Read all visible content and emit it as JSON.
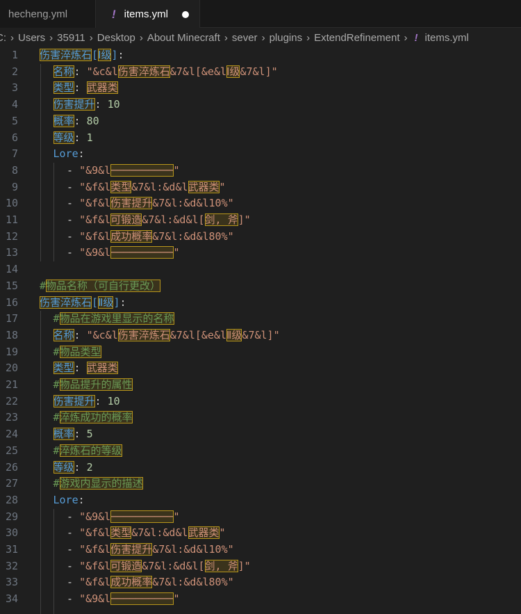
{
  "tabs": [
    {
      "label": "hecheng.yml",
      "active": false
    },
    {
      "label": "items.yml",
      "active": true,
      "modified": true,
      "icon": "yaml-bang-icon"
    }
  ],
  "breadcrumb": [
    "C:",
    "Users",
    "35911",
    "Desktop",
    "About Minecraft",
    "sever",
    "plugins",
    "ExtendRefinement",
    "items.yml"
  ],
  "colors": {
    "keyword": "#569cd6",
    "string": "#ce9178",
    "number": "#b5cea8",
    "comment": "#6a9955",
    "highlight_border": "#b8961c"
  },
  "lines": [
    {
      "n": "1",
      "indent": 0,
      "parts": [
        [
          "k",
          "伤害淬炼石",
          1
        ],
        [
          "k",
          "[",
          0
        ],
        [
          "k",
          "Ⅰ级",
          1
        ],
        [
          "k",
          "]",
          0
        ],
        [
          "p",
          ":",
          0
        ]
      ]
    },
    {
      "n": "2",
      "indent": 1,
      "parts": [
        [
          "k",
          "名称",
          1
        ],
        [
          "p",
          ": ",
          0
        ],
        [
          "s",
          "\"&c&l",
          0
        ],
        [
          "s",
          "伤害淬炼石",
          1
        ],
        [
          "s",
          "&7&l[&e&l",
          0
        ],
        [
          "s",
          "Ⅰ级",
          1
        ],
        [
          "s",
          "&7&l]\"",
          0
        ]
      ]
    },
    {
      "n": "3",
      "indent": 1,
      "parts": [
        [
          "k",
          "类型",
          1
        ],
        [
          "p",
          ": ",
          0
        ],
        [
          "s",
          "武器类",
          1
        ]
      ]
    },
    {
      "n": "4",
      "indent": 1,
      "parts": [
        [
          "k",
          "伤害提升",
          1
        ],
        [
          "p",
          ": ",
          0
        ],
        [
          "n",
          "10",
          0
        ]
      ]
    },
    {
      "n": "5",
      "indent": 1,
      "parts": [
        [
          "k",
          "概率",
          1
        ],
        [
          "p",
          ": ",
          0
        ],
        [
          "n",
          "80",
          0
        ]
      ]
    },
    {
      "n": "6",
      "indent": 1,
      "parts": [
        [
          "k",
          "等级",
          1
        ],
        [
          "p",
          ": ",
          0
        ],
        [
          "n",
          "1",
          0
        ]
      ]
    },
    {
      "n": "7",
      "indent": 1,
      "parts": [
        [
          "k",
          "Lore",
          0
        ],
        [
          "p",
          ":",
          0
        ]
      ]
    },
    {
      "n": "8",
      "indent": 2,
      "parts": [
        [
          "p",
          "- ",
          0
        ],
        [
          "s",
          "\"&9&l",
          0
        ],
        [
          "s",
          "──────────",
          1
        ],
        [
          "s",
          "\"",
          0
        ]
      ]
    },
    {
      "n": "9",
      "indent": 2,
      "parts": [
        [
          "p",
          "- ",
          0
        ],
        [
          "s",
          "\"&f&l",
          0
        ],
        [
          "s",
          "类型",
          1
        ],
        [
          "s",
          "&7&l:&d&l",
          0
        ],
        [
          "s",
          "武器类",
          1
        ],
        [
          "s",
          "\"",
          0
        ]
      ]
    },
    {
      "n": "10",
      "indent": 2,
      "parts": [
        [
          "p",
          "- ",
          0
        ],
        [
          "s",
          "\"&f&l",
          0
        ],
        [
          "s",
          "伤害提升",
          1
        ],
        [
          "s",
          "&7&l:&d&l10%\"",
          0
        ]
      ]
    },
    {
      "n": "11",
      "indent": 2,
      "parts": [
        [
          "p",
          "- ",
          0
        ],
        [
          "s",
          "\"&f&l",
          0
        ],
        [
          "s",
          "可锻造",
          1
        ],
        [
          "s",
          "&7&l:&d&l[",
          0
        ],
        [
          "s",
          "剑, 斧",
          1
        ],
        [
          "s",
          "]\"",
          0
        ]
      ]
    },
    {
      "n": "12",
      "indent": 2,
      "parts": [
        [
          "p",
          "- ",
          0
        ],
        [
          "s",
          "\"&f&l",
          0
        ],
        [
          "s",
          "成功概率",
          1
        ],
        [
          "s",
          "&7&l:&d&l80%\"",
          0
        ]
      ]
    },
    {
      "n": "13",
      "indent": 2,
      "parts": [
        [
          "p",
          "- ",
          0
        ],
        [
          "s",
          "\"&9&l",
          0
        ],
        [
          "s",
          "──────────",
          1
        ],
        [
          "s",
          "\"",
          0
        ]
      ]
    },
    {
      "n": "14",
      "indent": 0,
      "parts": []
    },
    {
      "n": "15",
      "indent": 0,
      "parts": [
        [
          "c",
          "#",
          0
        ],
        [
          "c",
          "物品名称（可自行更改）",
          1
        ]
      ]
    },
    {
      "n": "16",
      "indent": 0,
      "parts": [
        [
          "k",
          "伤害淬炼石",
          1
        ],
        [
          "k",
          "[",
          0
        ],
        [
          "k",
          "Ⅱ级",
          1
        ],
        [
          "k",
          "]",
          0
        ],
        [
          "p",
          ":",
          0
        ]
      ]
    },
    {
      "n": "17",
      "indent": 1,
      "parts": [
        [
          "c",
          "#",
          0
        ],
        [
          "c",
          "物品在游戏里显示的名称",
          1
        ]
      ]
    },
    {
      "n": "18",
      "indent": 1,
      "parts": [
        [
          "k",
          "名称",
          1
        ],
        [
          "p",
          ": ",
          0
        ],
        [
          "s",
          "\"&c&l",
          0
        ],
        [
          "s",
          "伤害淬炼石",
          1
        ],
        [
          "s",
          "&7&l[&e&l",
          0
        ],
        [
          "s",
          "Ⅱ级",
          1
        ],
        [
          "s",
          "&7&l]\"",
          0
        ]
      ]
    },
    {
      "n": "19",
      "indent": 1,
      "parts": [
        [
          "c",
          "#",
          0
        ],
        [
          "c",
          "物品类型",
          1
        ]
      ]
    },
    {
      "n": "20",
      "indent": 1,
      "parts": [
        [
          "k",
          "类型",
          1
        ],
        [
          "p",
          ": ",
          0
        ],
        [
          "s",
          "武器类",
          1
        ]
      ]
    },
    {
      "n": "21",
      "indent": 1,
      "parts": [
        [
          "c",
          "#",
          0
        ],
        [
          "c",
          "物品提升的属性",
          1
        ]
      ]
    },
    {
      "n": "22",
      "indent": 1,
      "parts": [
        [
          "k",
          "伤害提升",
          1
        ],
        [
          "p",
          ": ",
          0
        ],
        [
          "n",
          "10",
          0
        ]
      ]
    },
    {
      "n": "23",
      "indent": 1,
      "parts": [
        [
          "c",
          "#",
          0
        ],
        [
          "c",
          "淬炼成功的概率",
          1
        ]
      ]
    },
    {
      "n": "24",
      "indent": 1,
      "parts": [
        [
          "k",
          "概率",
          1
        ],
        [
          "p",
          ": ",
          0
        ],
        [
          "n",
          "5",
          0
        ]
      ]
    },
    {
      "n": "25",
      "indent": 1,
      "parts": [
        [
          "c",
          "#",
          0
        ],
        [
          "c",
          "淬炼石的等级",
          1
        ]
      ]
    },
    {
      "n": "26",
      "indent": 1,
      "parts": [
        [
          "k",
          "等级",
          1
        ],
        [
          "p",
          ": ",
          0
        ],
        [
          "n",
          "2",
          0
        ]
      ]
    },
    {
      "n": "27",
      "indent": 1,
      "parts": [
        [
          "c",
          "#",
          0
        ],
        [
          "c",
          "游戏内显示的描述",
          1
        ]
      ]
    },
    {
      "n": "28",
      "indent": 1,
      "parts": [
        [
          "k",
          "Lore",
          0
        ],
        [
          "p",
          ":",
          0
        ]
      ]
    },
    {
      "n": "29",
      "indent": 2,
      "parts": [
        [
          "p",
          "- ",
          0
        ],
        [
          "s",
          "\"&9&l",
          0
        ],
        [
          "s",
          "──────────",
          1
        ],
        [
          "s",
          "\"",
          0
        ]
      ]
    },
    {
      "n": "30",
      "indent": 2,
      "parts": [
        [
          "p",
          "- ",
          0
        ],
        [
          "s",
          "\"&f&l",
          0
        ],
        [
          "s",
          "类型",
          1
        ],
        [
          "s",
          "&7&l:&d&l",
          0
        ],
        [
          "s",
          "武器类",
          1
        ],
        [
          "s",
          "\"",
          0
        ]
      ]
    },
    {
      "n": "31",
      "indent": 2,
      "parts": [
        [
          "p",
          "- ",
          0
        ],
        [
          "s",
          "\"&f&l",
          0
        ],
        [
          "s",
          "伤害提升",
          1
        ],
        [
          "s",
          "&7&l:&d&l10%\"",
          0
        ]
      ]
    },
    {
      "n": "32",
      "indent": 2,
      "parts": [
        [
          "p",
          "- ",
          0
        ],
        [
          "s",
          "\"&f&l",
          0
        ],
        [
          "s",
          "可锻造",
          1
        ],
        [
          "s",
          "&7&l:&d&l[",
          0
        ],
        [
          "s",
          "剑, 斧",
          1
        ],
        [
          "s",
          "]\"",
          0
        ]
      ]
    },
    {
      "n": "33",
      "indent": 2,
      "parts": [
        [
          "p",
          "- ",
          0
        ],
        [
          "s",
          "\"&f&l",
          0
        ],
        [
          "s",
          "成功概率",
          1
        ],
        [
          "s",
          "&7&l:&d&l80%\"",
          0
        ]
      ]
    },
    {
      "n": "34",
      "indent": 2,
      "parts": [
        [
          "p",
          "- ",
          0
        ],
        [
          "s",
          "\"&9&l",
          0
        ],
        [
          "s",
          "──────────",
          1
        ],
        [
          "s",
          "\"",
          0
        ]
      ]
    }
  ]
}
